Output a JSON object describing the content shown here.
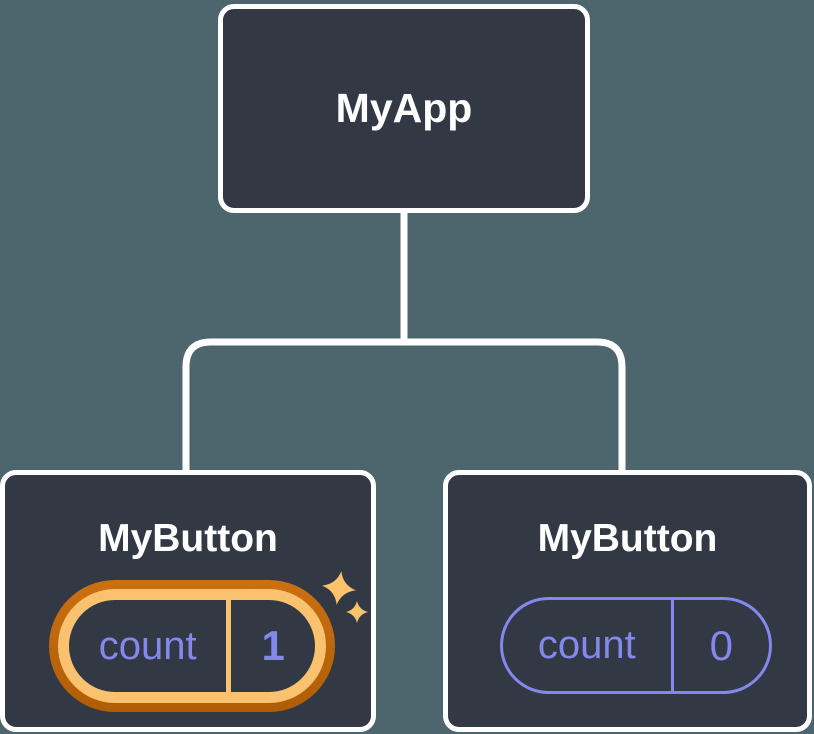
{
  "theme": {
    "background": "#4d656d",
    "node_fill": "#333845",
    "node_border": "#ffffff",
    "text_primary": "#ffffff",
    "state_text": "#8389ec",
    "state_border": "#8389ec",
    "highlight_outer_top": "#ca7013",
    "highlight_outer_bottom": "#b05d05",
    "highlight_inner": "#fac26e",
    "sparkle": "#f9c26b",
    "connector": "#ffffff"
  },
  "tree": {
    "root": {
      "label": "MyApp"
    },
    "children": [
      {
        "label": "MyButton",
        "state": {
          "key": "count",
          "value": "1"
        },
        "highlighted": true
      },
      {
        "label": "MyButton",
        "state": {
          "key": "count",
          "value": "0"
        },
        "highlighted": false
      }
    ]
  }
}
